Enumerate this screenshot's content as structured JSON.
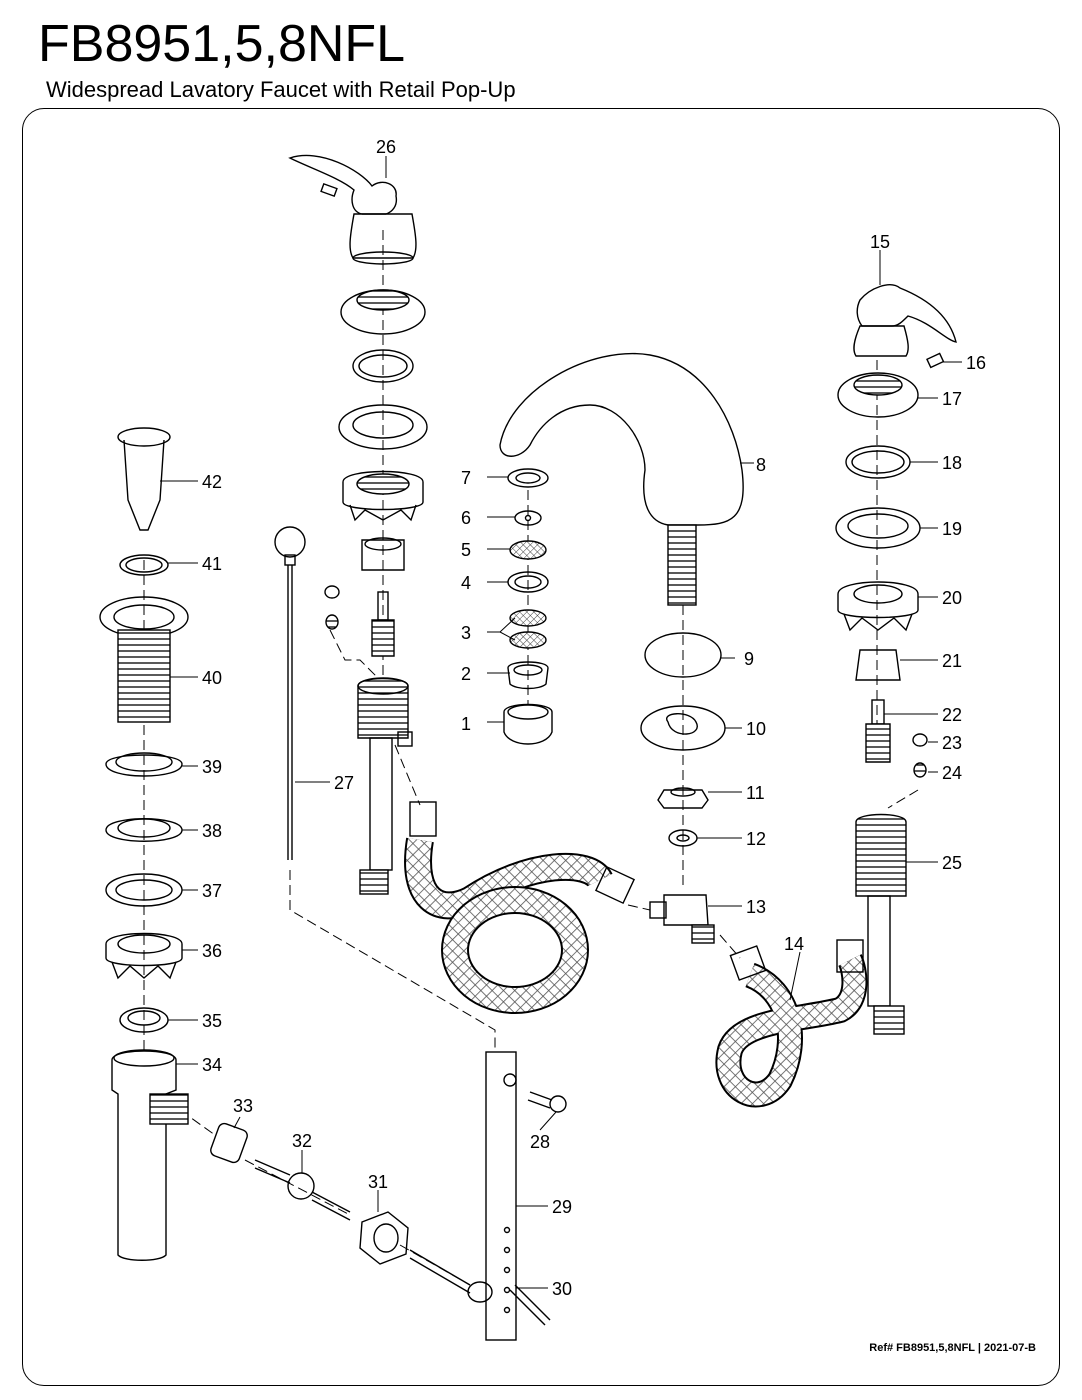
{
  "header": {
    "model": "FB8951,5,8NFL",
    "subtitle": "Widespread Lavatory Faucet with Retail Pop-Up"
  },
  "footer": {
    "reference": "Ref# FB8951,5,8NFL | 2021-07-B"
  },
  "callouts": [
    "1",
    "2",
    "3",
    "4",
    "5",
    "6",
    "7",
    "8",
    "9",
    "10",
    "11",
    "12",
    "13",
    "14",
    "15",
    "16",
    "17",
    "18",
    "19",
    "20",
    "21",
    "22",
    "23",
    "24",
    "25",
    "26",
    "27",
    "28",
    "29",
    "30",
    "31",
    "32",
    "33",
    "34",
    "35",
    "36",
    "37",
    "38",
    "39",
    "40",
    "41",
    "42"
  ]
}
